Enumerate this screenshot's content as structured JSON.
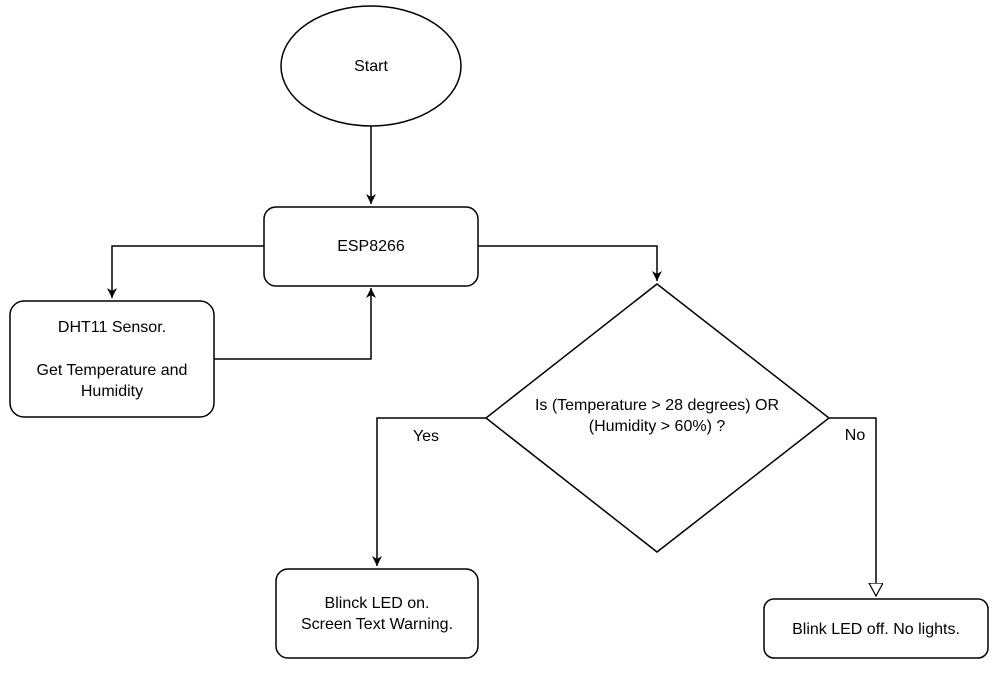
{
  "nodes": {
    "start": {
      "label": "Start"
    },
    "esp": {
      "label": "ESP8266"
    },
    "sensor": {
      "line1": "DHT11 Sensor.",
      "line2": "Get Temperature and",
      "line3": "Humidity"
    },
    "decision": {
      "line1": "Is (Temperature > 28 degrees) OR",
      "line2": "(Humidity > 60%) ?"
    },
    "yes_action": {
      "line1": "Blinck LED on.",
      "line2": "Screen Text Warning."
    },
    "no_action": {
      "label": "Blink LED off. No lights."
    }
  },
  "edges": {
    "yes_label": "Yes",
    "no_label": "No"
  },
  "colors": {
    "stroke": "#000000",
    "fill": "#ffffff",
    "text": "#000000"
  }
}
